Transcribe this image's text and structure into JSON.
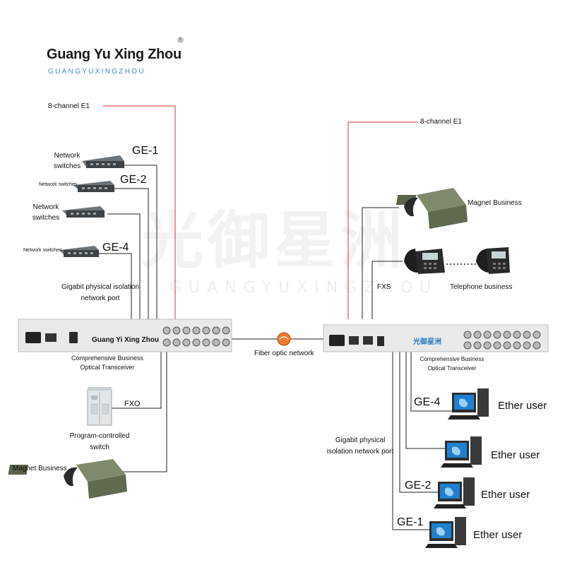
{
  "logo": {
    "name": "Guang Yu Xing Zhou",
    "subtitle": "GUANGYUXINGZHOU",
    "registered_mark": "®",
    "watermark": "光御星洲",
    "watermark_sub": "GUANGYUXINGZHOU"
  },
  "left": {
    "e1_label": "8-channel E1",
    "switches": [
      "Network switches",
      "Network switches",
      "Network switches",
      "Network switches"
    ],
    "ge_labels": [
      "GE-1",
      "GE-2",
      "GE-4"
    ],
    "isolation_label": "Gigabit physical isolation network port",
    "device_brand": "Guang Yi Xing Zhou",
    "device_label": "Comprehensive Business Optical Transceiver",
    "fxo_label": "FXO",
    "pbx_label": "Program-controlled switch",
    "magnet_label": "Magnet Business"
  },
  "center": {
    "fiber_label": "Fiber optic network"
  },
  "right": {
    "e1_label": "8-channel E1",
    "magnet_label": "Magnet Business",
    "fxs_label": "FXS",
    "phone_label": "Telephone business",
    "device_brand": "光御星洲",
    "device_label": "Comprehensive Business Optical Transceiver",
    "isolation_label": "Gigabit physical isolation network port",
    "ge_labels": [
      "GE-4",
      "GE-2",
      "GE-1"
    ],
    "ether_users": [
      "Ether user",
      "Ether user",
      "Ether user",
      "Ether user"
    ]
  },
  "colors": {
    "e1_line": "#d9342b",
    "line": "#222222",
    "device_body": "#e9e9e9",
    "fiber": "#e35d1c",
    "monitor_screen": "#1f7fd0"
  }
}
